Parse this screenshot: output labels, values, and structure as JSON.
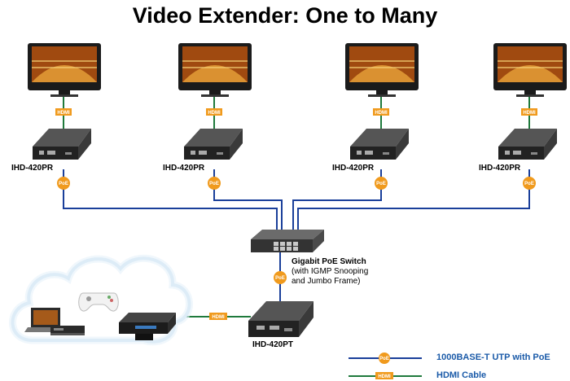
{
  "title": "Video Extender: One to Many",
  "receivers": [
    {
      "label": "IHD-420PR",
      "hdmi": "HDMI",
      "poe": "PoE"
    },
    {
      "label": "IHD-420PR",
      "hdmi": "HDMI",
      "poe": "PoE"
    },
    {
      "label": "IHD-420PR",
      "hdmi": "HDMI",
      "poe": "PoE"
    },
    {
      "label": "IHD-420PR",
      "hdmi": "HDMI",
      "poe": "PoE"
    }
  ],
  "switch": {
    "name": "Gigabit PoE Switch",
    "line2": "(with IGMP Snooping",
    "line3": "and Jumbo Frame)",
    "poe": "PoE"
  },
  "transmitter": {
    "label": "IHD-420PT",
    "hdmi": "HDMI"
  },
  "legend": [
    {
      "badge": "PoE",
      "text": "1000BASE-T UTP with PoE",
      "color": "#1a3f9a"
    },
    {
      "badge": "HDMI",
      "text": "HDMI Cable",
      "color": "#1f7a3c"
    }
  ],
  "colors": {
    "utp": "#1a3f9a",
    "hdmi_cable": "#1f7a3c",
    "badge": "#f09a1d",
    "legend_text": "#1a5aa8"
  }
}
